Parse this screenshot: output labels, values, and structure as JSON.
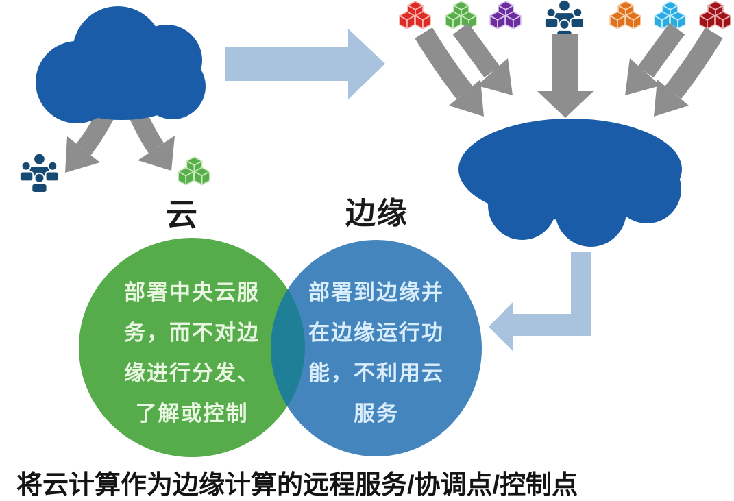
{
  "caption": "将云计算作为边缘计算的远程服务/协调点/控制点",
  "labels": {
    "cloud_title": "云",
    "edge_title": "边缘"
  },
  "venn": {
    "cloud": {
      "label": "云",
      "full_text": "部署中央云服务，而不对边缘进行分发、了解或控制",
      "lines": [
        "部署中央云服",
        "务，而不对边",
        "缘进行分发、",
        "了解或控制"
      ],
      "color": "#56AB4A",
      "text_color": "#E9F7E2"
    },
    "edge": {
      "label": "边缘",
      "full_text": "部署到边缘并在边缘运行功能，不利用云服务",
      "lines": [
        "部署到边缘并",
        "在边缘运行功",
        "能，不利用云",
        "服务"
      ],
      "color": "#4585BD",
      "text_color": "#D9EDFB"
    },
    "overlap_color": "#1F7F96"
  },
  "colors": {
    "cloud_blue": "#1B5CA8",
    "arrow_gray": "#8E8E8E",
    "flow_arrow_blue": "#A9C3DE",
    "people_navy": "#174A72",
    "caption_black": "#141414",
    "label_black": "#1A1A1A"
  },
  "left_endpoints": [
    {
      "name": "people-group",
      "color": "#174A72"
    },
    {
      "name": "cubes-green",
      "color": "#58AE4C",
      "edge": "#CBEABB"
    }
  ],
  "top_icons": [
    {
      "name": "cubes-red",
      "color": "#DF2B26",
      "edge": "#F6B9B4"
    },
    {
      "name": "cubes-green",
      "color": "#58AE4C",
      "edge": "#CBEABB"
    },
    {
      "name": "cubes-purple",
      "color": "#6C2E9F",
      "edge": "#D9C3EC"
    },
    {
      "name": "people-group",
      "color": "#174A72"
    },
    {
      "name": "cubes-orange",
      "color": "#E0711F",
      "edge": "#F7D4AE"
    },
    {
      "name": "cubes-lightblue",
      "color": "#29ACE3",
      "edge": "#C9ECF9"
    },
    {
      "name": "cubes-darkred",
      "color": "#9E1218",
      "edge": "#E8AFB2"
    }
  ]
}
